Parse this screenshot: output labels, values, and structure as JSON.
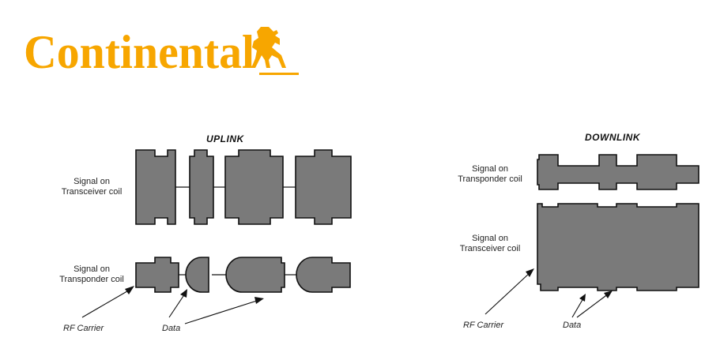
{
  "logo": {
    "text": "Continental",
    "color": "#f7a600"
  },
  "uplink": {
    "title": "UPLINK",
    "transceiver_label_line1": "Signal on",
    "transceiver_label_line2": "Transceiver coil",
    "transponder_label_line1": "Signal on",
    "transponder_label_line2": "Transponder coil",
    "rf_carrier_label": "RF Carrier",
    "data_label": "Data"
  },
  "downlink": {
    "title": "DOWNLINK",
    "transponder_label_line1": "Signal on",
    "transponder_label_line2": "Transponder coil",
    "transceiver_label_line1": "Signal on",
    "transceiver_label_line2": "Transceiver coil",
    "rf_carrier_label": "RF Carrier",
    "data_label": "Data"
  },
  "colors": {
    "signal_fill": "#7a7a7a",
    "outline": "#111111"
  }
}
